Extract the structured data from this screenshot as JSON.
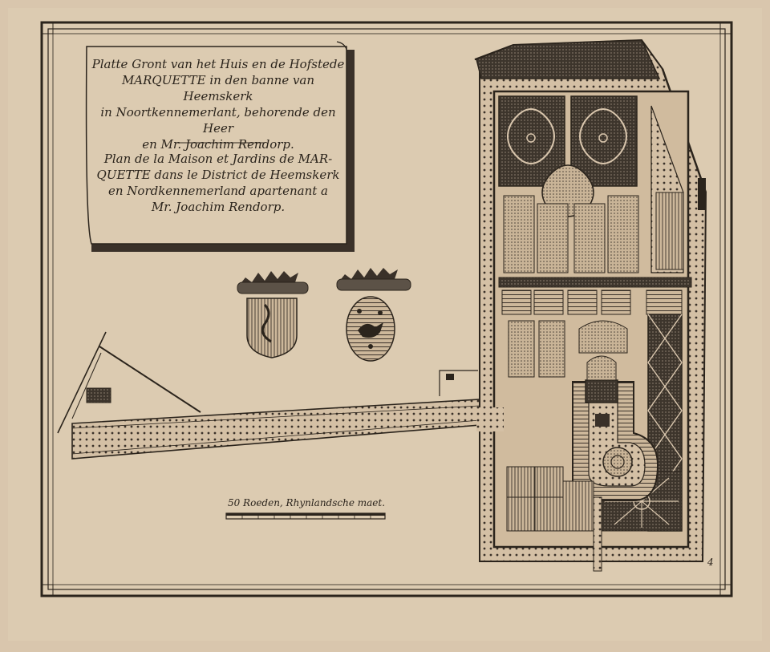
{
  "map": {
    "title_nl": [
      "Platte Gront van het Huis en de Hofstede",
      "MARQUETTE in den banne van Heemskerk",
      "in Noortkennemerlant, behorende den Heer",
      "en Mr. Joachim Rendorp."
    ],
    "title_fr": [
      "Plan de la Maison et Jardins de MAR-",
      "QUETTE dans le District de Heemskerk",
      "en Nordkennemerland apartenant a",
      "Mr. Joachim Rendorp."
    ],
    "scale_label": "50 Roeden, Rhynlandsche maet.",
    "plate_number": "4",
    "colors": {
      "paper": "#d9c6ad",
      "ink": "#2b241c",
      "shade": "#5c5247",
      "stipple": "#3a3129"
    },
    "elements": [
      "coat-of-arms-left",
      "coat-of-arms-right",
      "garden-plan",
      "entrance-avenue",
      "scale-bar"
    ]
  }
}
